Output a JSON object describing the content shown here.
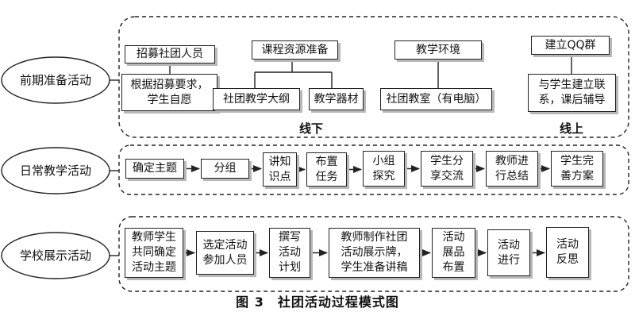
{
  "stages": [
    {
      "label": "前期准备活动"
    },
    {
      "label": "日常教学活动"
    },
    {
      "label": "学校展示活动"
    }
  ],
  "prep": {
    "recruit": "招募社团人员",
    "recruit_detail": "根据招募要求，\n学生自愿",
    "course": "课程资源准备",
    "syllabus": "社团教学大纲",
    "equipment": "教学器材",
    "environment": "教学环境",
    "classroom": "社团教室（有电脑）",
    "qq_group": "建立QQ群",
    "qq_detail": "与学生建立联\n系，课后辅导",
    "offline_label": "线下",
    "online_label": "线上"
  },
  "daily_steps": [
    "确定主题",
    "分组",
    "讲知\n识点",
    "布置\n任务",
    "小组\n探究",
    "学生分\n享交流",
    "教师进\n行总结",
    "学生完\n善方案"
  ],
  "show_steps": [
    "教师学生\n共同确定\n活动主题",
    "选定活动\n参加人员",
    "撰写\n活动\n计划",
    "教师制作社团\n活动展示牌，\n学生准备讲稿",
    "活动\n展品\n布置",
    "活动\n进行",
    "活动\n反思"
  ],
  "caption": "图 3　社团活动过程模式图",
  "colors": {
    "line": "#222222",
    "shadow": "#b8b8b8"
  }
}
